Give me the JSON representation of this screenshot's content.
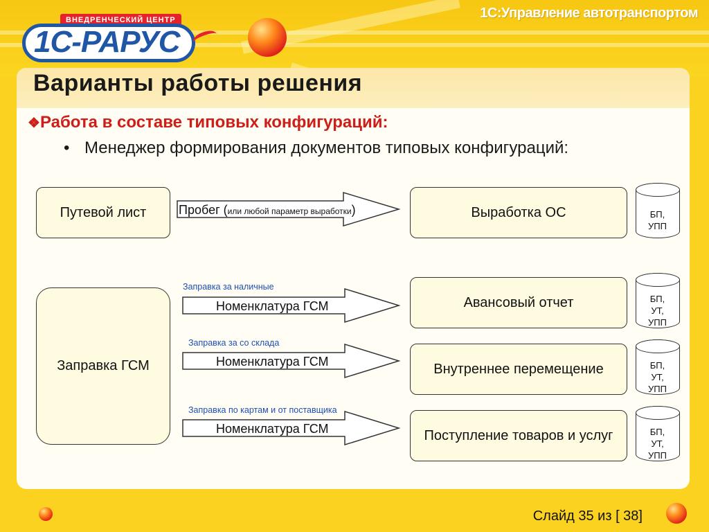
{
  "header": {
    "app_title": "1С:Управление автотранспортом",
    "logo_badge": "ВНЕДРЕНЧЕСКИЙ ЦЕНТР",
    "logo_text": "1С-РАРУС"
  },
  "slide": {
    "title": "Варианты работы решения",
    "heading_marker": "❖",
    "heading": "Работа в составе типовых конфигураций:",
    "bullet_marker": "•",
    "bullet": "Менеджер формирования документов типовых конфигураций:"
  },
  "diagram": {
    "sources": [
      {
        "label": "Путевой лист"
      },
      {
        "label": "Заправка ГСМ"
      }
    ],
    "arrows": [
      {
        "label": "Пробег (",
        "small": "или любой параметр выработки",
        "suffix": ")",
        "note": ""
      },
      {
        "label": "Номенклатура ГСМ",
        "small": "",
        "suffix": "",
        "note": "Заправка за наличные"
      },
      {
        "label": "Номенклатура ГСМ",
        "small": "",
        "suffix": "",
        "note": "Заправка за со склада"
      },
      {
        "label": "Номенклатура ГСМ",
        "small": "",
        "suffix": "",
        "note": "Заправка по картам и от поставщика"
      }
    ],
    "targets": [
      {
        "label": "Выработка ОС",
        "db": [
          "БП,",
          "УПП"
        ]
      },
      {
        "label": "Авансовый отчет",
        "db": [
          "БП,",
          "УТ,",
          "УПП"
        ]
      },
      {
        "label": "Внутреннее перемещение",
        "db": [
          "БП,",
          "УТ,",
          "УПП"
        ]
      },
      {
        "label": "Поступление товаров и услуг",
        "db": [
          "БП,",
          "УТ,",
          "УПП"
        ]
      }
    ]
  },
  "footer": {
    "slide_counter": "Слайд 35 из [ 38]"
  },
  "colors": {
    "background": "#fbd21f",
    "heading": "#cc1f1a",
    "note": "#1f4fb5",
    "logo_blue": "#1f57a6",
    "logo_red": "#e6232a"
  }
}
